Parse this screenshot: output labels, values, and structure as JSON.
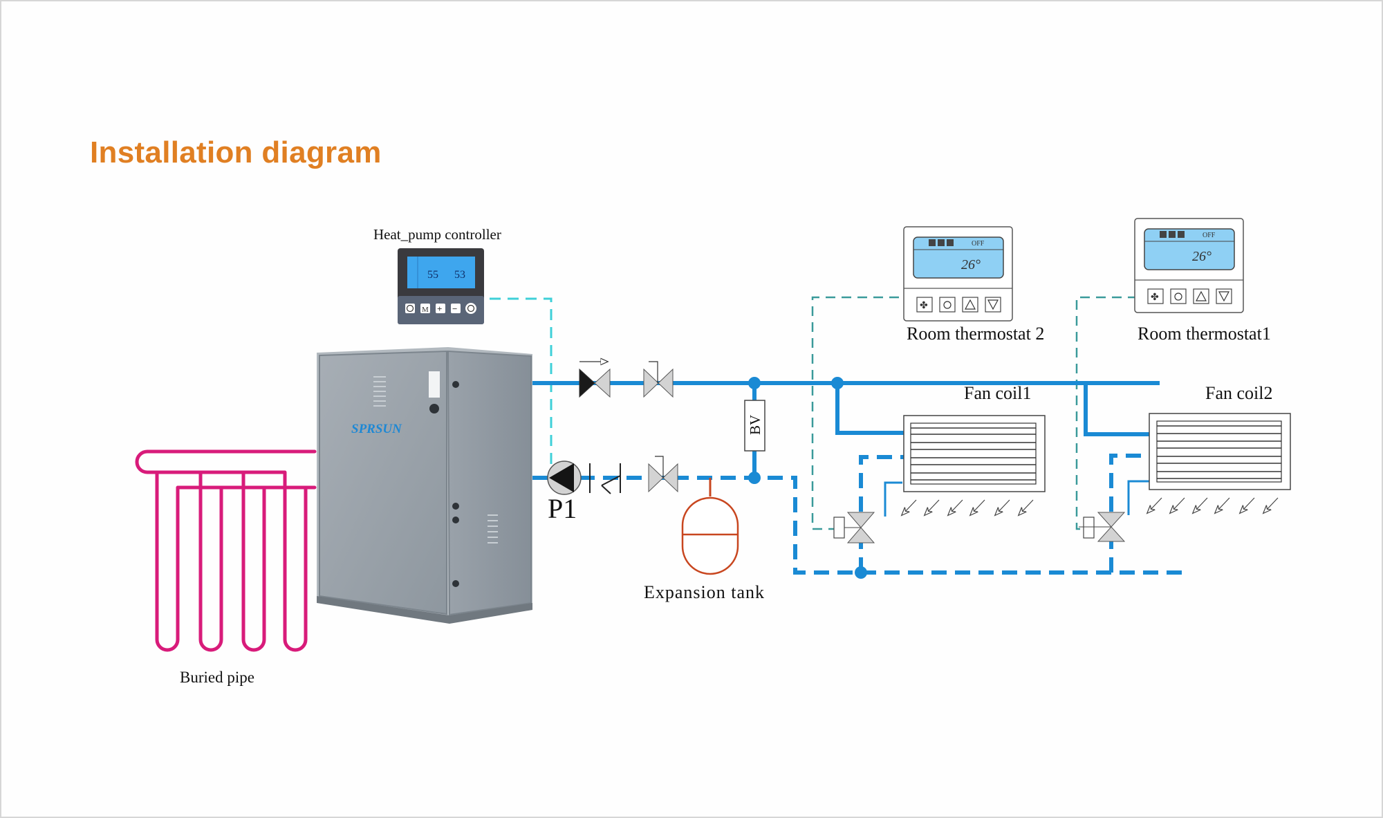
{
  "title": "Installation diagram",
  "colors": {
    "title": "#e07f22",
    "supply_pipe": "#1a8ad4",
    "signal_line": "#3fd0d8",
    "ground_loop": "#d81b7a",
    "expansion_tank": "#c8461f",
    "unit_body": "#9aa3ab",
    "lcd": "#6ec3f0"
  },
  "controller": {
    "label": "Heat_pump controller",
    "display_left": "55",
    "display_right": "53",
    "buttons": [
      "clock-icon",
      "M",
      "+",
      "−",
      "power-icon"
    ]
  },
  "unit": {
    "brand": "SPRSUN"
  },
  "pump": {
    "label": "P1"
  },
  "balance_valve": {
    "label": "BV"
  },
  "expansion_tank": {
    "label": "Expansion tank"
  },
  "buried_pipe": {
    "label": "Buried pipe"
  },
  "thermostats": [
    {
      "label": "Room thermostat 2",
      "status": "OFF",
      "temperature": "26°",
      "buttons": [
        "fan-icon",
        "power-icon",
        "up-icon",
        "down-icon"
      ]
    },
    {
      "label": "Room thermostat1",
      "status": "OFF",
      "temperature": "26°",
      "buttons": [
        "fan-icon",
        "power-icon",
        "up-icon",
        "down-icon"
      ]
    }
  ],
  "fan_coils": [
    {
      "label": "Fan coil1"
    },
    {
      "label": "Fan coil2"
    }
  ]
}
